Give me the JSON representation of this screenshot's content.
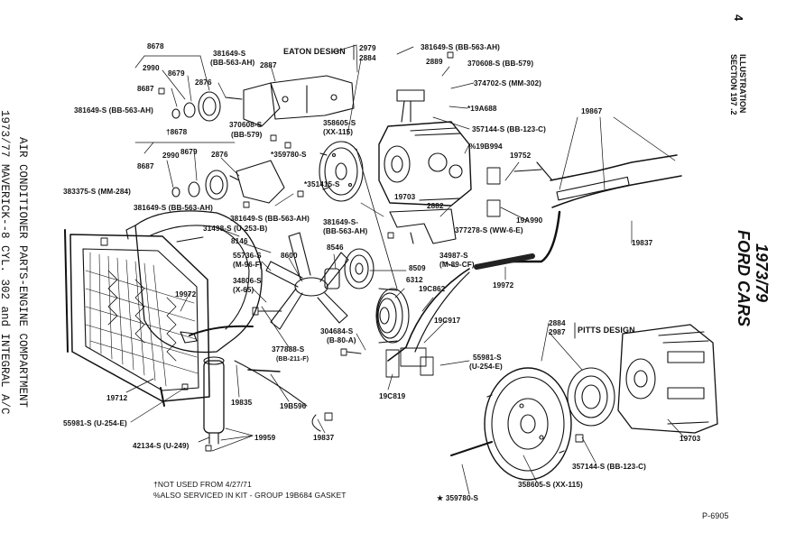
{
  "page_number": "4",
  "section": {
    "line1": "ILLUSTRATION",
    "line2": "SECTION 197 .2"
  },
  "brand": {
    "years": "1973/79",
    "name": "FORD CARS"
  },
  "side_title": {
    "line1": "AIR CONDITIONER PARTS-ENGINE COMPARTMENT",
    "line2": "1973/77 MAVERICK--8 CYL. 302 and INTEGRAL A/C"
  },
  "design_labels": {
    "eaton": "EATON DESIGN",
    "pitts": "PITTS DESIGN"
  },
  "footnotes": {
    "dagger": "†NOT USED FROM 4/27/71",
    "percent": "%ALSO SERVICED IN KIT - GROUP 19B684 GASKET"
  },
  "plate_number": "P-6905",
  "parts": {
    "p8678_top": "8678",
    "p2990_top": "2990",
    "p8679_top": "8679",
    "p8687_top": "8687",
    "p2876_top": "2876",
    "p381649_a": "381649-S",
    "p381649_a2": "(BB-563-AH)",
    "p2887": "2887",
    "p2979": "2979",
    "p2884_top": "2884",
    "p381649_b": "381649-S (BB-563-AH)",
    "p2889": "2889",
    "p370608_top": "370608-S (BB-579)",
    "p374702": "374702-S (MM-302)",
    "p381649_left": "381649-S (BB-563-AH)",
    "p8678_mid": "†8678",
    "p370608_mid": "370608-S",
    "p370608_mid2": "(BB-579)",
    "p358605_top": "358605-S",
    "p358605_top2": "(XX-115)",
    "p19A688": "*19A688",
    "p357144_top": "357144-S (BB-123-C)",
    "p19867": "19867",
    "p19B994": "%19B994",
    "p2990_mid": "2990",
    "p8679_mid": "8679",
    "p2876_mid": "2876",
    "p8687_mid": "8687",
    "p359780_top": "*359780-S",
    "p19752": "19752",
    "p383375": "383375-S (MM-284)",
    "p351415": "*351415-S",
    "p19703_top": "19703",
    "p381649_c": "381649-S (BB-563-AH)",
    "p381649_d": "381649-S (BB-563-AH)",
    "p2882": "2882",
    "p19A990": "19A990",
    "p31498": "31498-S (U-253-B)",
    "p381649_e": "381649-S-",
    "p381649_e2": "(BB-563-AH)",
    "p377278": "377278-S (WW-6-E)",
    "p19837_right": "19837",
    "p8146": "8146",
    "p8546": "8546",
    "p55736": "55736-S",
    "p55736b": "(M-96-F)",
    "p8600": "8600",
    "p34987": "34987-S",
    "p34987b": "(M-89-CF)",
    "p8509": "8509",
    "p34806": "34806-S",
    "p34806b": "(X-65)",
    "p6312": "6312",
    "p19C862": "19C862",
    "p19972_left": "19972",
    "p19972_mid": "19972",
    "p19C917": "19C917",
    "p304684": "304684-S",
    "p304684b": "(B-80-A)",
    "p377888": "377888-S",
    "p377888b": "(BB-211-F)",
    "p2884_pitts": "2884",
    "p2987": "2987",
    "p55981_mid": "55981-S",
    "p55981_midb": "(U-254-E)",
    "p19712": "19712",
    "p19835": "19835",
    "p19B596": "19B596",
    "p19C819": "19C819",
    "p55981_left": "55981-S (U-254-E)",
    "p19837_bottom": "19837",
    "p19959": "19959",
    "p42134": "42134-S (U-249)",
    "p19703_bottom": "19703",
    "p357144_bottom": "357144-S (BB-123-C)",
    "p358605_bottom": "358605-S (XX-115)",
    "p359780_bottom": "★ 359780-S"
  }
}
